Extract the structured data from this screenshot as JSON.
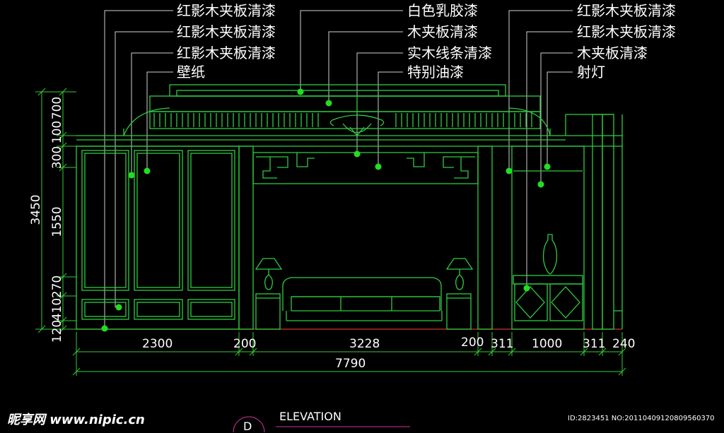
{
  "labels": {
    "left": [
      "红影木夹板清漆",
      "红影木夹板清漆",
      "红影木夹板清漆",
      "壁纸"
    ],
    "center": [
      "白色乳胶漆",
      "木夹板清漆",
      "实木线条清漆",
      "特别油漆"
    ],
    "right": [
      "红影木夹板清漆",
      "红影木夹板清漆",
      "木夹板清漆",
      "射灯"
    ]
  },
  "horizontal_dims": {
    "segments": [
      "2300",
      "200",
      "3228",
      "200",
      "311",
      "1000",
      "311",
      "240"
    ],
    "total": "7790"
  },
  "vertical_dims": {
    "segments": [
      "700",
      "100",
      "300",
      "1550",
      "270",
      "410",
      "120"
    ],
    "total": "3450"
  },
  "elevation": {
    "title": "ELEVATION",
    "marker": "D"
  },
  "watermark": {
    "site": "昵享网 www.nipic.cn",
    "id": "ID:2823451 NO:20110409120809560370"
  },
  "colors": {
    "line": "#2ecc40",
    "leader": "#cfcfcf",
    "node": "#22dd22",
    "dim": "#33cc33",
    "text": "#ffffff"
  }
}
